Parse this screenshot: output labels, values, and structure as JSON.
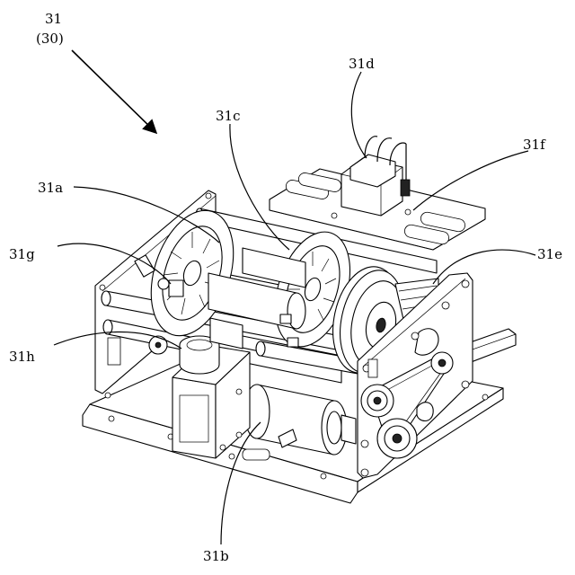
{
  "figure": {
    "main_label": "31",
    "main_label_sub": "(30)",
    "callouts": [
      {
        "id": "31a",
        "text": "31a"
      },
      {
        "id": "31b",
        "text": "31b"
      },
      {
        "id": "31c",
        "text": "31c"
      },
      {
        "id": "31d",
        "text": "31d"
      },
      {
        "id": "31e",
        "text": "31e"
      },
      {
        "id": "31f",
        "text": "31f"
      },
      {
        "id": "31g",
        "text": "31g"
      },
      {
        "id": "31h",
        "text": "31h"
      }
    ]
  }
}
